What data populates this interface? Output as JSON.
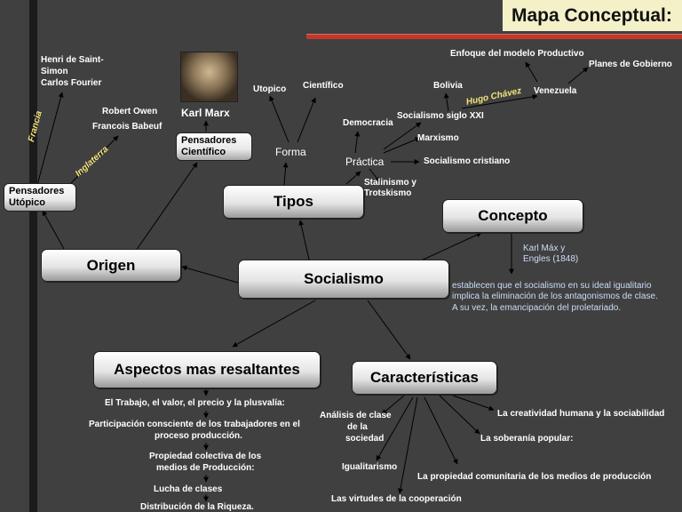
{
  "header": {
    "title": "Mapa Conceptual:"
  },
  "center": {
    "label": "Socialismo"
  },
  "boxes": {
    "origen": "Origen",
    "tipos": "Tipos",
    "concepto": "Concepto",
    "aspectos": "Aspectos mas resaltantes",
    "caracteristicas": "Características",
    "pensadores_utopico_1": "Pensadores",
    "pensadores_utopico_2": "Utópico",
    "pensadores_cientifico_1": "Pensadores",
    "pensadores_cientifico_2": "Científico"
  },
  "origin": {
    "francia": "Francia",
    "inglaterra": "Inglaterra",
    "saint_simon_1": "Henri de Saint-",
    "saint_simon_2": "Simon",
    "fourier": "Carlos Fourier",
    "owen": "Robert Owen",
    "babeuf": "Francois Babeuf",
    "marx": "Karl Marx"
  },
  "tipos": {
    "forma": "Forma",
    "practica": "Práctica",
    "utopico": "Utopico",
    "cientifico": "Científico",
    "democracia": "Democracia",
    "siglo_xxi": "Socialismo siglo XXI",
    "marxismo": "Marxismo",
    "cristiano": "Socialismo cristiano",
    "stalinismo_1": "Stalinismo y",
    "stalinismo_2": "Trotskismo",
    "bolivia": "Bolivia",
    "hugo": "Hugo Chávez",
    "venezuela": "Venezuela",
    "enfoque": "Enfoque del modelo Productivo",
    "planes": "Planes de Gobierno"
  },
  "concepto": {
    "authors_1": "Karl Máx y",
    "authors_2": "Engles (1848)",
    "text_1": "establecen que el socialismo en su ideal igualitario",
    "text_2": "implica la eliminación de los antagonismos de clase.",
    "text_3": "A su vez, la emancipación del proletariado."
  },
  "aspectos": {
    "item1": "El Trabajo, el valor, el precio y la plusvalía:",
    "item2_1": "Participación consciente de los trabajadores en el",
    "item2_2": "proceso producción.",
    "item3_1": "Propiedad colectiva de los",
    "item3_2": "medios de Producción:",
    "item4": "Lucha de clases",
    "item5": "Distribución de la Riqueza."
  },
  "caracteristicas": {
    "analisis_1": "Análisis de clase",
    "analisis_2": "de la",
    "analisis_3": "sociedad",
    "igualitarismo": "Igualitarismo",
    "virtudes": "Las virtudes de la cooperación",
    "propiedad": "La propiedad comunitaria de los medios de producción",
    "soberania": "La soberanía popular:",
    "creatividad": "La creatividad humana y la sociabilidad"
  },
  "colors": {
    "background": "#404040",
    "title_bg": "#f4f0c8",
    "accent_red": "#c0392b",
    "yellow_label": "#f2e37a",
    "blue_text": "#c9ddf7"
  }
}
